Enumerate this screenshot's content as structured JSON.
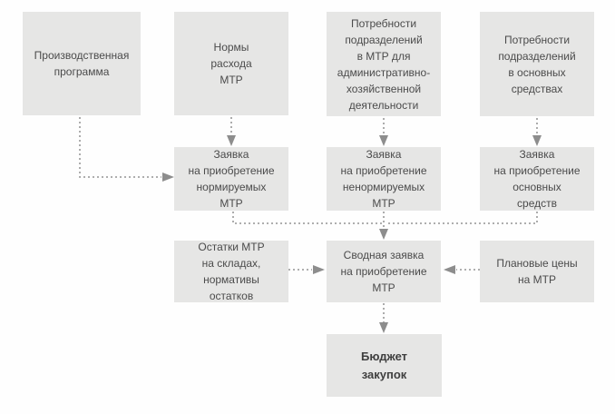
{
  "diagram": {
    "language": "ru",
    "colors": {
      "background": "#fefefe",
      "box_fill": "#e6e6e5",
      "text": "#4b4b4b",
      "arrow_dots": "#a3a3a3",
      "arrowhead": "#8d8d8d"
    },
    "nodes": [
      {
        "id": "production-program",
        "lines": [
          "Производственная",
          "программа"
        ],
        "bold": false
      },
      {
        "id": "consumption-norms",
        "lines": [
          "Нормы",
          "расхода",
          "МТР"
        ],
        "bold": false
      },
      {
        "id": "dept-needs-admin-mtr",
        "lines": [
          "Потребности",
          "подразделений",
          "в МТР для",
          "административно-",
          "хозяйственной",
          "деятельности"
        ],
        "bold": false
      },
      {
        "id": "dept-needs-fixed-assets",
        "lines": [
          "Потребности",
          "подразделений",
          "в основных",
          "средствах"
        ],
        "bold": false
      },
      {
        "id": "request-normed-mtr",
        "lines": [
          "Заявка",
          "на приобретение",
          "нормируемых",
          "МТР"
        ],
        "bold": false
      },
      {
        "id": "request-unnormed-mtr",
        "lines": [
          "Заявка",
          "на приобретение",
          "ненормируемых",
          "МТР"
        ],
        "bold": false
      },
      {
        "id": "request-fixed-assets",
        "lines": [
          "Заявка",
          "на приобретение",
          "основных",
          "средств"
        ],
        "bold": false
      },
      {
        "id": "stock-balances",
        "lines": [
          "Остатки МТР",
          "на складах,",
          "нормативы",
          "остатков"
        ],
        "bold": false
      },
      {
        "id": "consolidated-request",
        "lines": [
          "Сводная заявка",
          "на приобретение",
          "МТР"
        ],
        "bold": false
      },
      {
        "id": "planned-prices",
        "lines": [
          "Плановые цены",
          "на МТР"
        ],
        "bold": false
      },
      {
        "id": "procurement-budget",
        "lines": [
          "Бюджет",
          "закупок"
        ],
        "bold": true
      }
    ],
    "edges": [
      {
        "from": "production-program",
        "to": "request-normed-mtr"
      },
      {
        "from": "consumption-norms",
        "to": "request-normed-mtr"
      },
      {
        "from": "dept-needs-admin-mtr",
        "to": "request-unnormed-mtr"
      },
      {
        "from": "dept-needs-fixed-assets",
        "to": "request-fixed-assets"
      },
      {
        "from": "request-normed-mtr",
        "to": "consolidated-request"
      },
      {
        "from": "request-unnormed-mtr",
        "to": "consolidated-request"
      },
      {
        "from": "request-fixed-assets",
        "to": "consolidated-request"
      },
      {
        "from": "stock-balances",
        "to": "consolidated-request"
      },
      {
        "from": "planned-prices",
        "to": "consolidated-request"
      },
      {
        "from": "consolidated-request",
        "to": "procurement-budget"
      }
    ]
  }
}
